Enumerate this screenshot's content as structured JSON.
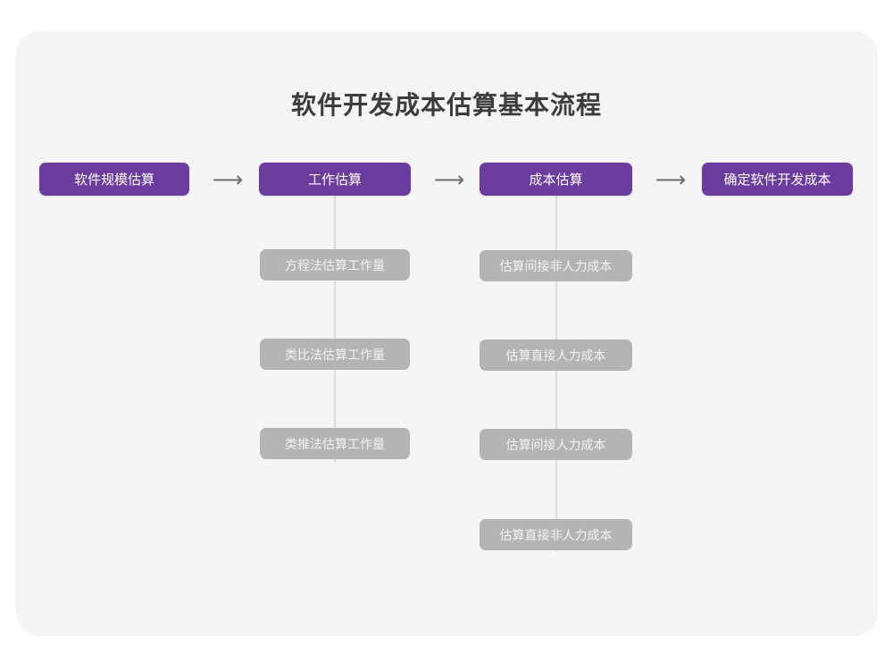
{
  "page": {
    "title": "软件开发成本估算基本流程",
    "background_color": "#ffffff",
    "card_color": "#f5f5f5"
  },
  "theme": {
    "primary_color": "#6b3b9e",
    "secondary_color": "#b4b4b4",
    "title_color": "#3c3c3c",
    "connector_color": "#dcdcdc",
    "arrow_color": "#6d6d6d"
  },
  "chart_data": {
    "type": "diagram",
    "title": "软件开发成本估算基本流程",
    "stages": [
      {
        "label": "软件规模估算",
        "substeps": []
      },
      {
        "label": "工作估算",
        "substeps": [
          "方程法估算工作量",
          "类比法估算工作量",
          "类推法估算工作量"
        ]
      },
      {
        "label": "成本估算",
        "substeps": [
          "估算间接非人力成本",
          "估算直接人力成本",
          "估算间接人力成本",
          "估算直接非人力成本"
        ]
      },
      {
        "label": "确定软件开发成本",
        "substeps": []
      }
    ],
    "connectors": [
      {
        "from": "软件规模估算",
        "to": "工作估算",
        "glyph": "⟶"
      },
      {
        "from": "工作估算",
        "to": "成本估算",
        "glyph": "⟶"
      },
      {
        "from": "成本估算",
        "to": "确定软件开发成本",
        "glyph": "⟶"
      }
    ]
  }
}
